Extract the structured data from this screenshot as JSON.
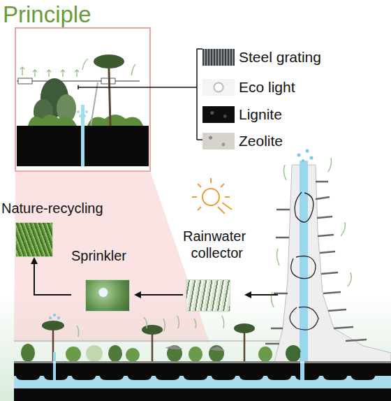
{
  "diagram": {
    "title": "Principle",
    "nodes": [
      {
        "text": [
          "Nature-recycling"
        ]
      },
      {
        "text": [
          "Sprinkler"
        ]
      },
      {
        "text": [
          "Rainwater collector"
        ]
      }
    ],
    "edges": [
      {
        "from": 2,
        "to": 1,
        "arrow": "to"
      },
      {
        "from": 1,
        "to": 0,
        "arrow": "to"
      }
    ],
    "legend": [
      {
        "text": "Steel grating"
      },
      {
        "text": "Eco light"
      },
      {
        "text": "Lignite"
      },
      {
        "text": "Zeolite"
      }
    ]
  }
}
